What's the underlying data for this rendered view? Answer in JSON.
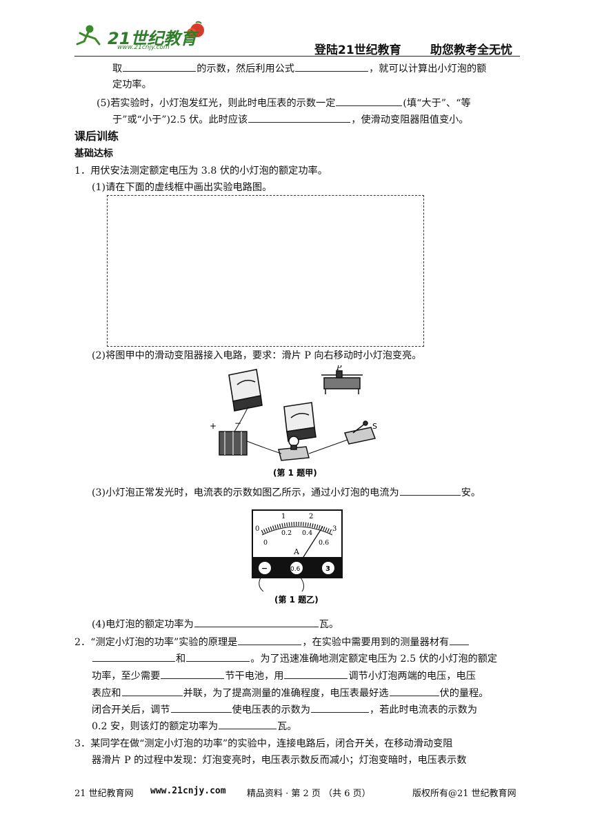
{
  "header": {
    "logo_text": "21世纪教育",
    "logo_url": "www.21cnjy.com",
    "slogan_left": "登陆21世纪教育",
    "slogan_right": "助您教考全无忧"
  },
  "body": {
    "l1a": "取",
    "l1b": "的示数，然后利用公式",
    "l1c": "，就可以计算出小灯泡的额",
    "l2": "定功率。",
    "l3a": "(5)若实验时，小灯泡发红光，则此时电压表的示数一定",
    "l3b": "(填“大于”、“等",
    "l4a": "于”或“小于”)2.5 伏。此时应该",
    "l4b": "，使滑动变阻器阻值变小。",
    "section": "课后训练",
    "subsection": "基础达标",
    "q1": "1．用伏安法测定额定电压为 3.8 伏的小灯泡的额定功率。",
    "q1_1": "(1)请在下面的虚线框中画出实验电路图。",
    "q1_2": "(2)将图甲中的滑动变阻器接入电路，要求：滑片 P 向右移动时小灯泡变亮。",
    "q1_3a": "(3)小灯泡正常发光时，电流表的示数如图乙所示，通过小灯泡的电流为",
    "q1_3b": "安。",
    "q1_4a": "(4)电灯泡的额定功率为",
    "q1_4b": "瓦。",
    "q2a": "2．“测定小灯泡的功率”实验的原理是",
    "q2b": "，在实验中需要用到的测量器材有",
    "q2c": "和",
    "q2d": "。为了迅速准确地测定额定电压为 2.5 伏的小灯泡的额定",
    "q2e": "功率，至少需要",
    "q2f": "节干电池，用",
    "q2g": "调节小灯泡两端的电压，电压",
    "q2h": "表应和",
    "q2i": "并联，为了提高测量的准确程度，电压表最好选",
    "q2j": "伏的量程。",
    "q2k": "闭合开关后，调节",
    "q2l": "使电压表的示数为",
    "q2m": "，若此时电流表的示数为",
    "q2n": "0.2 安，则该灯的额定功率为",
    "q2o": "瓦。",
    "q3a": "3．某同学在做“测定小灯泡的功率”的实验中，连接电路后，闭合开关，在移动滑动变阻",
    "q3b": "器滑片 P 的过程中发现：灯泡变亮时，电压表示数反而减小；灯泡变暗时，电压表示数"
  },
  "figures": {
    "fig1_caption": "(第 1 题甲)",
    "fig1_p": "P",
    "fig1_s": "S",
    "fig1_plus": "+",
    "fig1_minus": "−",
    "fig2_caption": "(第 1 题乙)",
    "fig2_scale_top": [
      "0",
      "1",
      "2",
      "3"
    ],
    "fig2_scale_bottom": [
      "0",
      "0.2",
      "0.4",
      "0.6"
    ],
    "fig2_unit": "A",
    "fig2_terminals": [
      "−",
      "0.6",
      "3"
    ]
  },
  "footer": {
    "site": "21 世纪教育网",
    "url": "www.21cnjy.com",
    "page_info": "精品资料 · 第 2 页 （共 6 页）",
    "copyright": "版权所有@21 世纪教育网"
  }
}
